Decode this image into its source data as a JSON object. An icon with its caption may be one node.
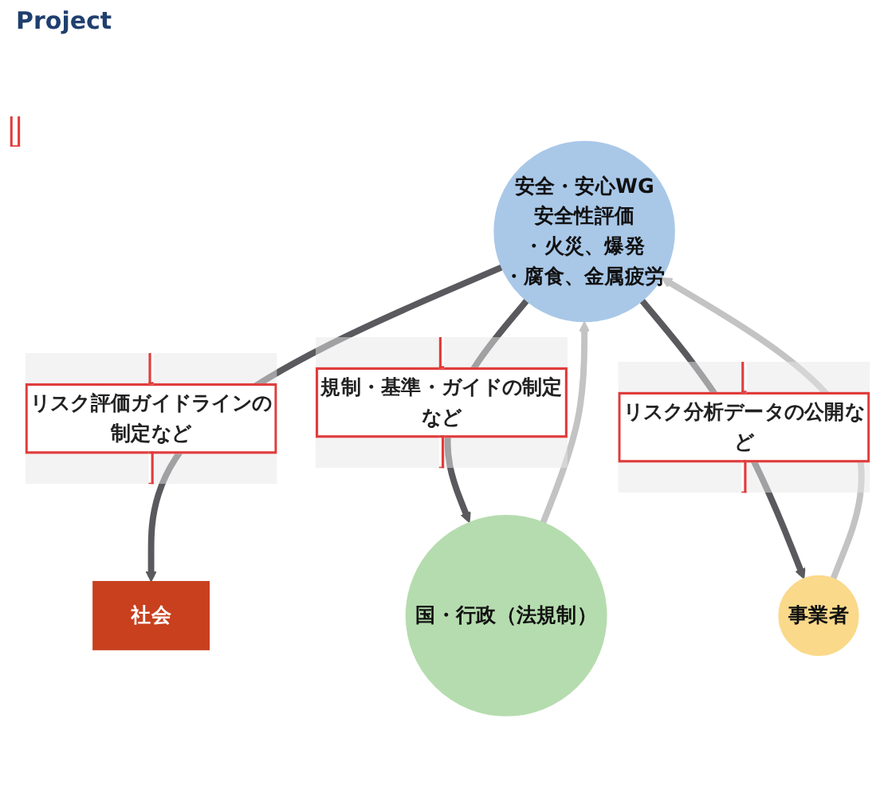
{
  "diagram": {
    "nodes": [
      {
        "text": [
          "社会"
        ]
      },
      {
        "text": [
          "安全・安心WG",
          "安全性評価",
          "・火災、爆発",
          "・腐食、金属疲労"
        ]
      },
      {
        "text": [
          "国・行政（法規制）"
        ]
      },
      {
        "text": [
          "事業者"
        ]
      }
    ],
    "edges": [
      {
        "from": 1,
        "to": 0,
        "arrow": "to",
        "label": "リスク評価ガイドラインの制定など"
      },
      {
        "from": 1,
        "to": 2,
        "arrow": "to",
        "label": "規制・基準・ガイドの制定など"
      },
      {
        "from": 2,
        "to": 1,
        "arrow": "to",
        "color": "#c3c3c3"
      },
      {
        "from": 1,
        "to": 3,
        "arrow": "to",
        "label": "リスク分析データの公開など"
      },
      {
        "from": 3,
        "to": 1,
        "arrow": "to",
        "color": "#c3c3c3"
      }
    ],
    "labels": [
      "Project"
    ]
  }
}
